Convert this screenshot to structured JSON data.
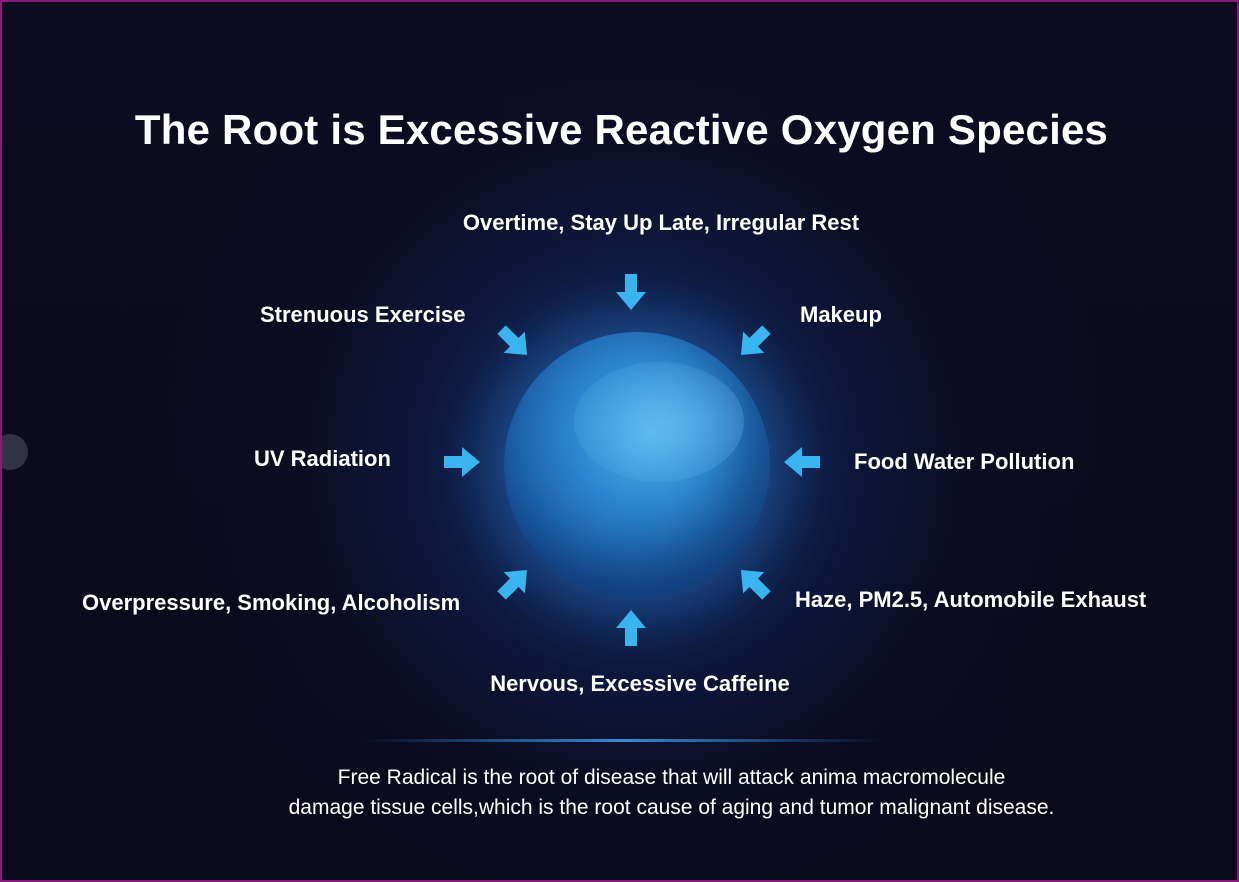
{
  "title": "The Root is Excessive Reactive Oxygen Species",
  "center": {
    "icon": "blue-sphere"
  },
  "causes": {
    "top": "Overtime, Stay Up Late, Irregular Rest",
    "upper_left": "Strenuous Exercise",
    "upper_right": "Makeup",
    "left": "UV Radiation",
    "right": "Food Water Pollution",
    "lower_left": "Overpressure, Smoking, Alcoholism",
    "lower_right": "Haze, PM2.5, Automobile Exhaust",
    "bottom": "Nervous, Excessive Caffeine"
  },
  "description": {
    "line1": "Free Radical is the root of disease that will attack anima macromolecule",
    "line2": "damage tissue cells,which is the root cause of aging and tumor malignant disease."
  },
  "colors": {
    "background": "#0b0b1e",
    "frame": "#8a1a7a",
    "arrow": "#3ab4ee",
    "sphere": "#2c86cf",
    "text": "#ffffff"
  }
}
